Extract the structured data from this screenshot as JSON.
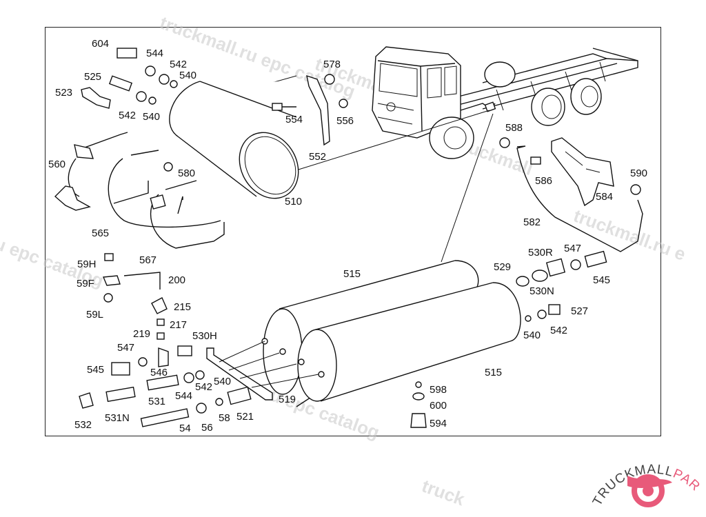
{
  "diagram": {
    "labels": {
      "l604": "604",
      "l544a": "544",
      "l542a": "542",
      "l540a": "540",
      "l525": "525",
      "l523": "523",
      "l542b": "542",
      "l540b": "540",
      "l578": "578",
      "l554": "554",
      "l556": "556",
      "l552": "552",
      "l560": "560",
      "l580": "580",
      "l510": "510",
      "l565": "565",
      "l588": "588",
      "l586": "586",
      "l584": "584",
      "l590": "590",
      "l582": "582",
      "l59H": "59H",
      "l567": "567",
      "l59F": "59F",
      "l200": "200",
      "l59L": "59L",
      "l215": "215",
      "l217": "217",
      "l219": "219",
      "l547a": "547",
      "l530H": "530H",
      "l545a": "545",
      "l546": "546",
      "l540c": "540",
      "l544b": "544",
      "l542c": "542",
      "l531": "531",
      "l532": "532",
      "l531N": "531N",
      "l54": "54",
      "l56": "56",
      "l58": "58",
      "l521": "521",
      "l519": "519",
      "l515a": "515",
      "l515b": "515",
      "l530R": "530R",
      "l547b": "547",
      "l529": "529",
      "l545b": "545",
      "l530N": "530N",
      "l527": "527",
      "l540d": "540",
      "l542d": "542",
      "l598": "598",
      "l600": "600",
      "l594": "594"
    },
    "watermarks": {
      "w1": "truckmall.ru epc catalog",
      "w2": "truckmall",
      "w3": "tr",
      "w4": "u epc catalog",
      "w5": "truckmall.ru e",
      "w6": "u epc catalog",
      "w7": "truck"
    },
    "logo": {
      "text_main": "TRUCKMALL",
      "text_accent": "PARTS",
      "accent_color": "#e85a7a"
    }
  }
}
